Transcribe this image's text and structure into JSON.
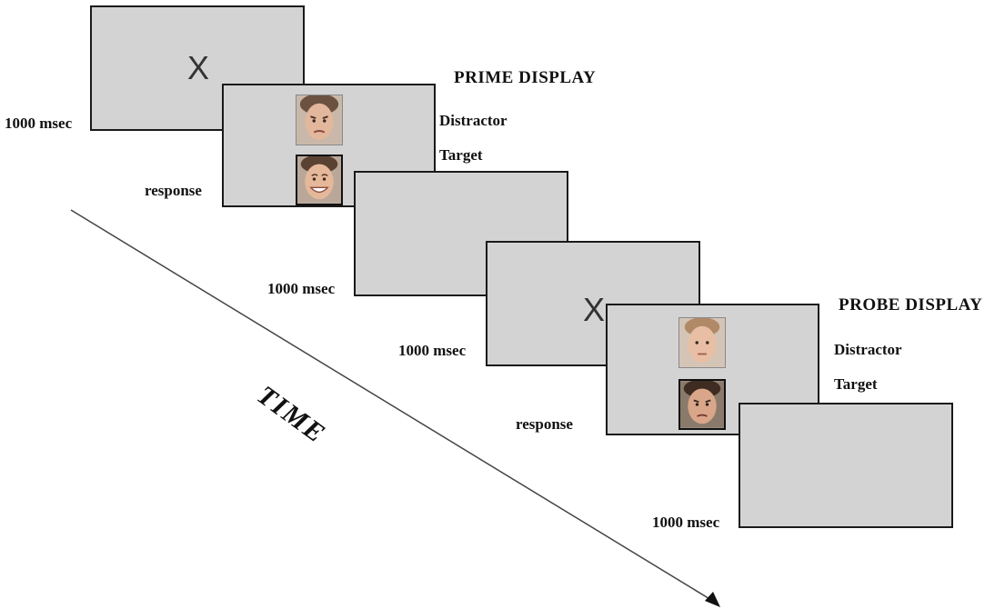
{
  "prime": {
    "heading": "PRIME DISPLAY",
    "fixation_symbol": "X",
    "fixation_duration": "1000 msec",
    "distractor_label": "Distractor",
    "target_label": "Target",
    "response_label": "response",
    "blank_duration": "1000 msec"
  },
  "probe": {
    "heading": "PROBE DISPLAY",
    "fixation_symbol": "X",
    "fixation_duration": "1000 msec",
    "distractor_label": "Distractor",
    "target_label": "Target",
    "response_label": "response",
    "blank_duration": "1000 msec"
  },
  "time_label": "TIME"
}
